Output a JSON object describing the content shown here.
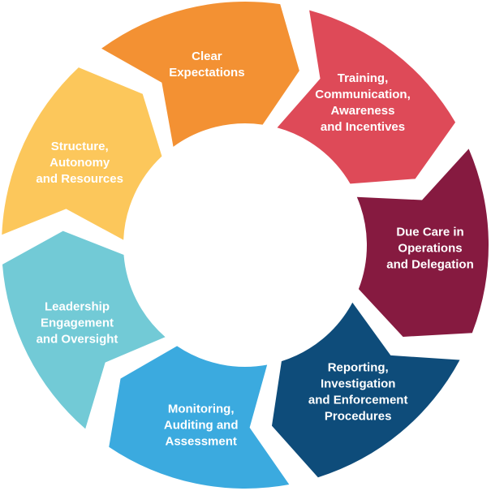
{
  "cycle": {
    "segments": [
      {
        "id": "leadership",
        "lines": [
          "Leadership",
          "Engagement",
          "and Oversight"
        ],
        "color": "#72CAD6"
      },
      {
        "id": "structure",
        "lines": [
          "Structure,",
          "Autonomy",
          "and Resources"
        ],
        "color": "#FCC75B"
      },
      {
        "id": "expectations",
        "lines": [
          "Clear",
          "Expectations"
        ],
        "color": "#F39133"
      },
      {
        "id": "training",
        "lines": [
          "Training,",
          "Communication,",
          "Awareness",
          "and Incentives"
        ],
        "color": "#DE4A58"
      },
      {
        "id": "due-care",
        "lines": [
          "Due Care in",
          "Operations",
          "and Delegation"
        ],
        "color": "#861A40"
      },
      {
        "id": "reporting",
        "lines": [
          "Reporting,",
          "Investigation",
          "and Enforcement",
          "Procedures"
        ],
        "color": "#0E4C7A"
      },
      {
        "id": "monitoring",
        "lines": [
          "Monitoring,",
          "Auditing and",
          "Assessment"
        ],
        "color": "#3BAADF"
      }
    ]
  }
}
